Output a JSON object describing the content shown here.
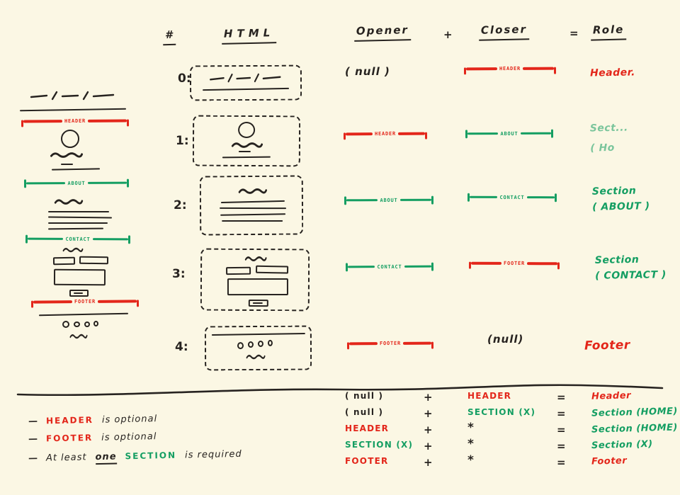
{
  "palette": {
    "background": "#fbf7e4",
    "ink": "#272320",
    "red": "#e3261a",
    "green": "#149e62"
  },
  "columns": {
    "number": "#",
    "html": "HTML",
    "opener": "Opener",
    "plus": "+",
    "closer": "Closer",
    "equals": "=",
    "role": "Role"
  },
  "wireframe": {
    "brackets": {
      "header": "HEADER",
      "about": "ABOUT",
      "contact": "CONTACT",
      "footer": "FOOTER"
    }
  },
  "table": {
    "rows": [
      {
        "num": "0:",
        "opener_text": "( null )",
        "closer_label": "HEADER",
        "role_lines": [
          "Header."
        ]
      },
      {
        "num": "1:",
        "opener_label": "HEADER",
        "closer_label": "ABOUT",
        "role_lines": [
          "Sect...",
          "( Ho"
        ]
      },
      {
        "num": "2:",
        "opener_label": "ABOUT",
        "closer_label": "CONTACT",
        "role_lines": [
          "Section",
          "( ABOUT )"
        ]
      },
      {
        "num": "3:",
        "opener_label": "CONTACT",
        "closer_label": "FOOTER",
        "role_lines": [
          "Section",
          "( CONTACT )"
        ]
      },
      {
        "num": "4:",
        "opener_label": "FOOTER",
        "closer_text": "(null)",
        "role_lines": [
          "Footer"
        ]
      }
    ]
  },
  "notes": {
    "items": [
      {
        "bullet": "—",
        "word": "HEADER",
        "rest": "is optional"
      },
      {
        "bullet": "—",
        "word": "FOOTER",
        "rest": "is optional"
      },
      {
        "bullet": "—",
        "lead": "At least",
        "emph": "one",
        "word": "SECTION",
        "rest": "is required"
      }
    ]
  },
  "rules": {
    "rows": [
      {
        "left": "( null )",
        "op": "+",
        "right": "HEADER",
        "eq": "=",
        "result": "Header"
      },
      {
        "left": "( null )",
        "op": "+",
        "right": "SECTION (X)",
        "eq": "=",
        "result": "Section (HOME)"
      },
      {
        "left": "HEADER",
        "op": "+",
        "right": "*",
        "eq": "=",
        "result": "Section (HOME)"
      },
      {
        "left": "SECTION (X)",
        "op": "+",
        "right": "*",
        "eq": "=",
        "result": "Section (X)"
      },
      {
        "left": "FOOTER",
        "op": "+",
        "right": "*",
        "eq": "=",
        "result": "Footer"
      }
    ]
  }
}
